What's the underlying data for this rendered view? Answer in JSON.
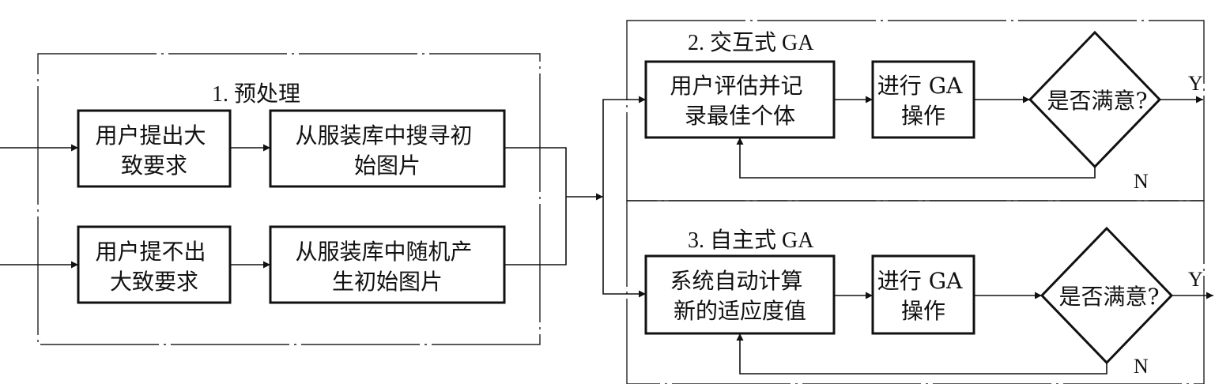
{
  "panels": {
    "preprocess": {
      "title": "1. 预处理"
    },
    "interactive": {
      "title": "2. 交互式 GA"
    },
    "autonomous": {
      "title": "3. 自主式 GA"
    }
  },
  "nodes": {
    "user_proposes": [
      "用户提出大",
      "致要求"
    ],
    "search_library": [
      "从服装库中搜寻初",
      "始图片"
    ],
    "user_cannot_propose": [
      "用户提不出",
      "大致要求"
    ],
    "random_generate": [
      "从服装库中随机产",
      "生初始图片"
    ],
    "user_evaluate": [
      "用户评估并记",
      "录最佳个体"
    ],
    "ga_op_interactive": [
      "进行 GA",
      "操作"
    ],
    "satisfied_interactive": "是否满意?",
    "system_compute": [
      "系统自动计算",
      "新的适应度值"
    ],
    "ga_op_autonomous": [
      "进行 GA",
      "操作"
    ],
    "satisfied_autonomous": "是否满意?"
  },
  "labels": {
    "yes_interactive": "Y",
    "no_interactive": "N",
    "yes_autonomous": "Y",
    "no_autonomous": "N"
  }
}
